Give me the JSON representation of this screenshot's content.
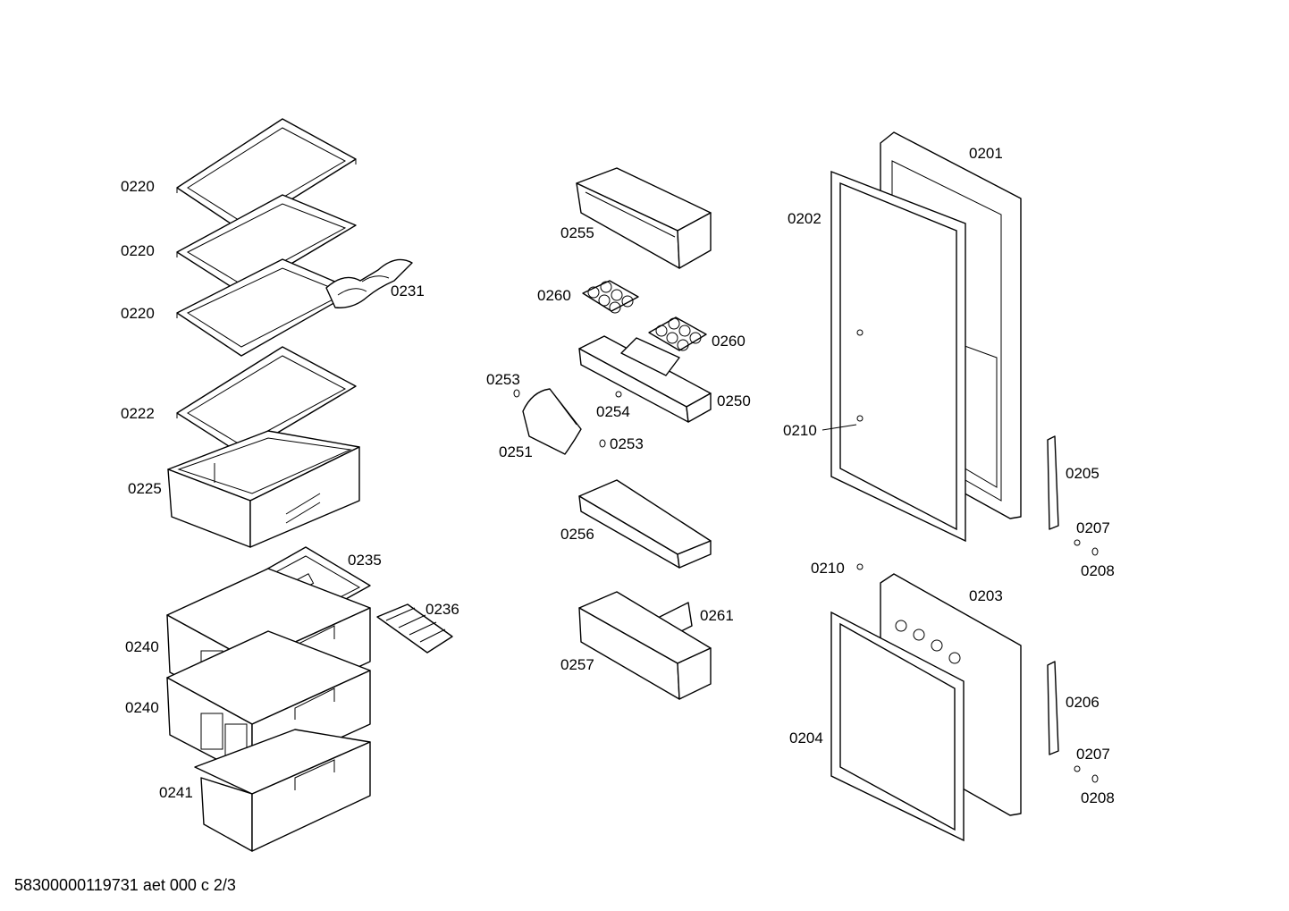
{
  "diagram": {
    "callouts": {
      "c0220a": "0220",
      "c0220b": "0220",
      "c0220c": "0220",
      "c0231": "0231",
      "c0222": "0222",
      "c0225": "0225",
      "c0235": "0235",
      "c0236": "0236",
      "c0240a": "0240",
      "c0240b": "0240",
      "c0241": "0241",
      "c0255": "0255",
      "c0260a": "0260",
      "c0260b": "0260",
      "c0253a": "0253",
      "c0254": "0254",
      "c0250": "0250",
      "c0251": "0251",
      "c0253b": "0253",
      "c0256": "0256",
      "c0261": "0261",
      "c0257": "0257",
      "c0201": "0201",
      "c0202": "0202",
      "c0210a": "0210",
      "c0205": "0205",
      "c0207a": "0207",
      "c0208a": "0208",
      "c0210b": "0210",
      "c0203": "0203",
      "c0206": "0206",
      "c0204": "0204",
      "c0207b": "0207",
      "c0208b": "0208"
    },
    "document_reference": "58300000119731 aet 000 c 2/3"
  },
  "colors": {
    "line": "#000000",
    "background": "#ffffff"
  }
}
